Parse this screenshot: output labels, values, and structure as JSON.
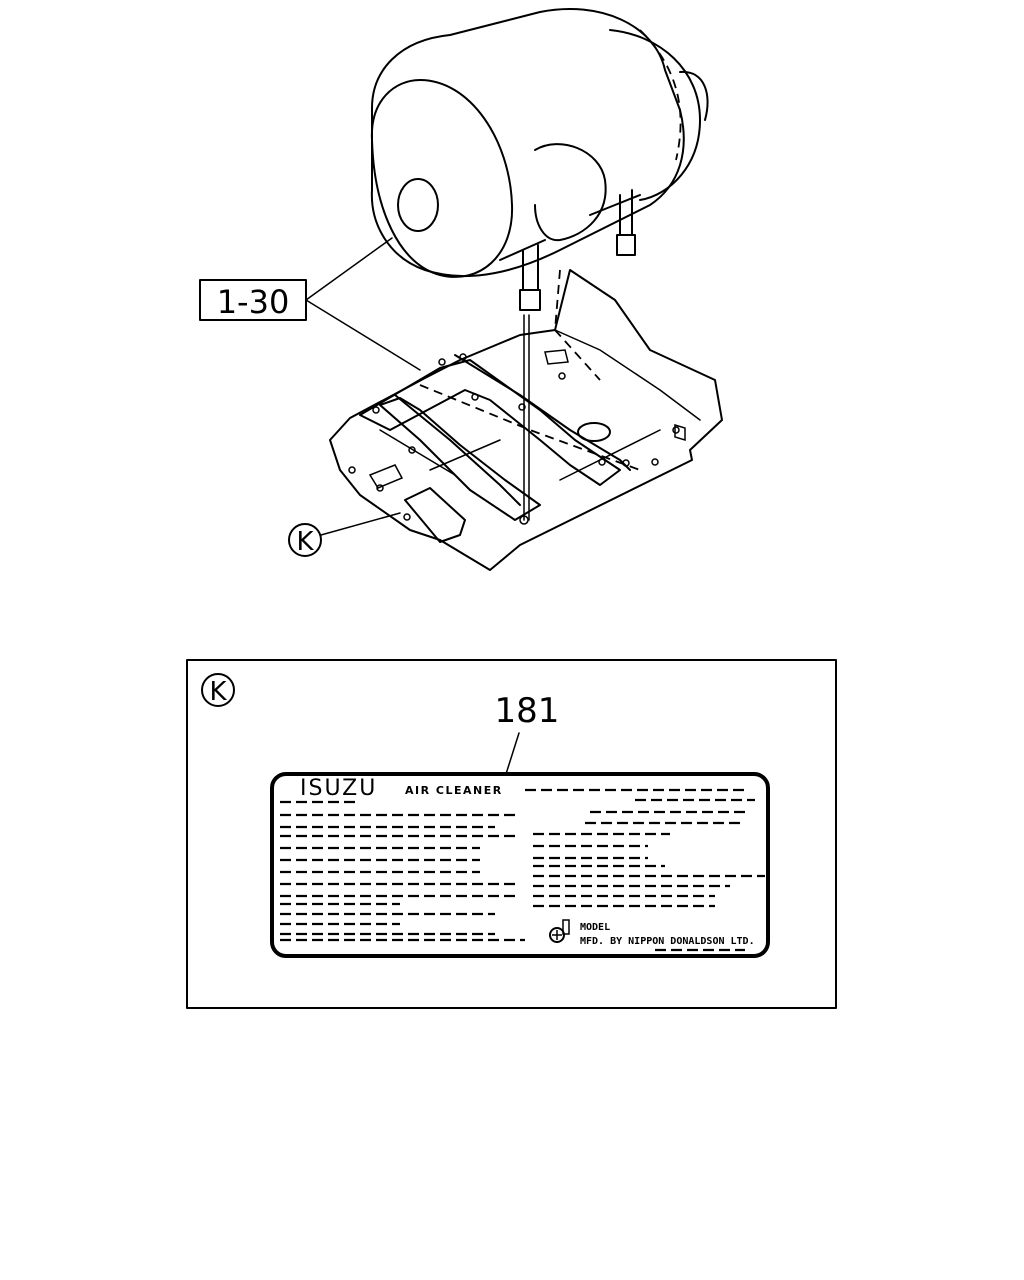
{
  "callouts": {
    "assembly_ref": "1-30",
    "detail_letter": "K",
    "detail_letter_inset": "K",
    "part_number": "181"
  },
  "label_plate": {
    "brand": "ISUZU",
    "product": "AIR CLEANER",
    "model_caption": "MODEL",
    "manufacturer": "MFD. BY NIPPON DONALDSON LTD."
  }
}
